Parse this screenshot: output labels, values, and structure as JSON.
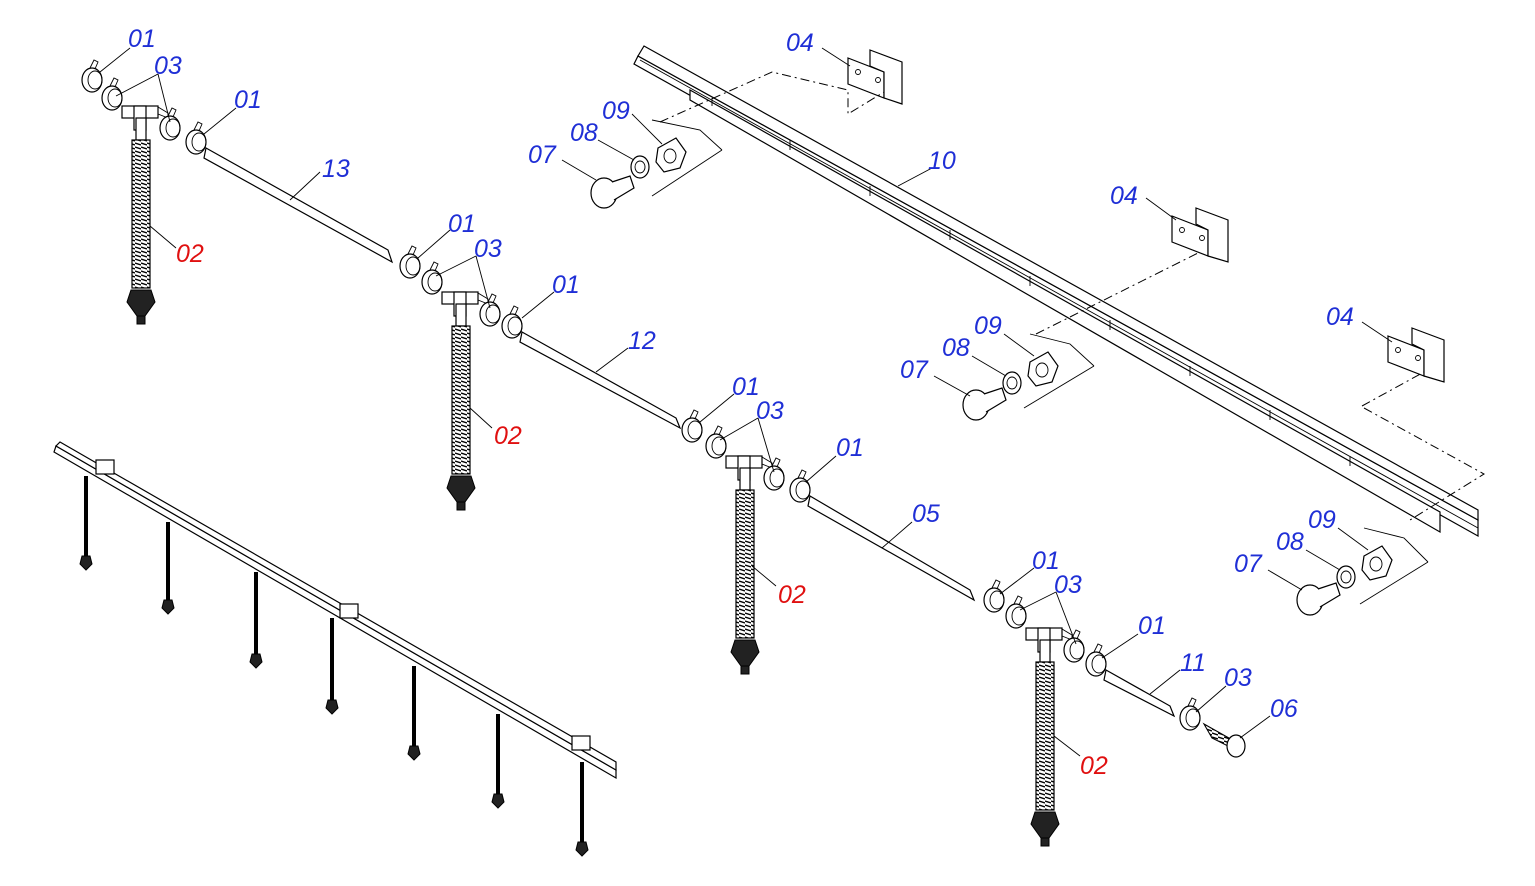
{
  "diagram": {
    "callouts": [
      {
        "id": "c01a",
        "text": "01",
        "color": "#1f2fd6"
      },
      {
        "id": "c03a",
        "text": "03",
        "color": "#1f2fd6"
      },
      {
        "id": "c01b",
        "text": "01",
        "color": "#1f2fd6"
      },
      {
        "id": "c13",
        "text": "13",
        "color": "#1f2fd6"
      },
      {
        "id": "c02a",
        "text": "02",
        "color": "#e01010"
      },
      {
        "id": "c01c",
        "text": "01",
        "color": "#1f2fd6"
      },
      {
        "id": "c03b",
        "text": "03",
        "color": "#1f2fd6"
      },
      {
        "id": "c01d",
        "text": "01",
        "color": "#1f2fd6"
      },
      {
        "id": "c12",
        "text": "12",
        "color": "#1f2fd6"
      },
      {
        "id": "c02b",
        "text": "02",
        "color": "#e01010"
      },
      {
        "id": "c01e",
        "text": "01",
        "color": "#1f2fd6"
      },
      {
        "id": "c03c",
        "text": "03",
        "color": "#1f2fd6"
      },
      {
        "id": "c01f",
        "text": "01",
        "color": "#1f2fd6"
      },
      {
        "id": "c05",
        "text": "05",
        "color": "#1f2fd6"
      },
      {
        "id": "c02c",
        "text": "02",
        "color": "#e01010"
      },
      {
        "id": "c01g",
        "text": "01",
        "color": "#1f2fd6"
      },
      {
        "id": "c03d",
        "text": "03",
        "color": "#1f2fd6"
      },
      {
        "id": "c01h",
        "text": "01",
        "color": "#1f2fd6"
      },
      {
        "id": "c11",
        "text": "11",
        "color": "#1f2fd6"
      },
      {
        "id": "c03e",
        "text": "03",
        "color": "#1f2fd6"
      },
      {
        "id": "c06",
        "text": "06",
        "color": "#1f2fd6"
      },
      {
        "id": "c02d",
        "text": "02",
        "color": "#e01010"
      },
      {
        "id": "c04a",
        "text": "04",
        "color": "#1f2fd6"
      },
      {
        "id": "c09a",
        "text": "09",
        "color": "#1f2fd6"
      },
      {
        "id": "c08a",
        "text": "08",
        "color": "#1f2fd6"
      },
      {
        "id": "c07a",
        "text": "07",
        "color": "#1f2fd6"
      },
      {
        "id": "c10",
        "text": "10",
        "color": "#1f2fd6"
      },
      {
        "id": "c04b",
        "text": "04",
        "color": "#1f2fd6"
      },
      {
        "id": "c09b",
        "text": "09",
        "color": "#1f2fd6"
      },
      {
        "id": "c08b",
        "text": "08",
        "color": "#1f2fd6"
      },
      {
        "id": "c07b",
        "text": "07",
        "color": "#1f2fd6"
      },
      {
        "id": "c04c",
        "text": "04",
        "color": "#1f2fd6"
      },
      {
        "id": "c09c",
        "text": "09",
        "color": "#1f2fd6"
      },
      {
        "id": "c08c",
        "text": "08",
        "color": "#1f2fd6"
      },
      {
        "id": "c07c",
        "text": "07",
        "color": "#1f2fd6"
      }
    ]
  }
}
